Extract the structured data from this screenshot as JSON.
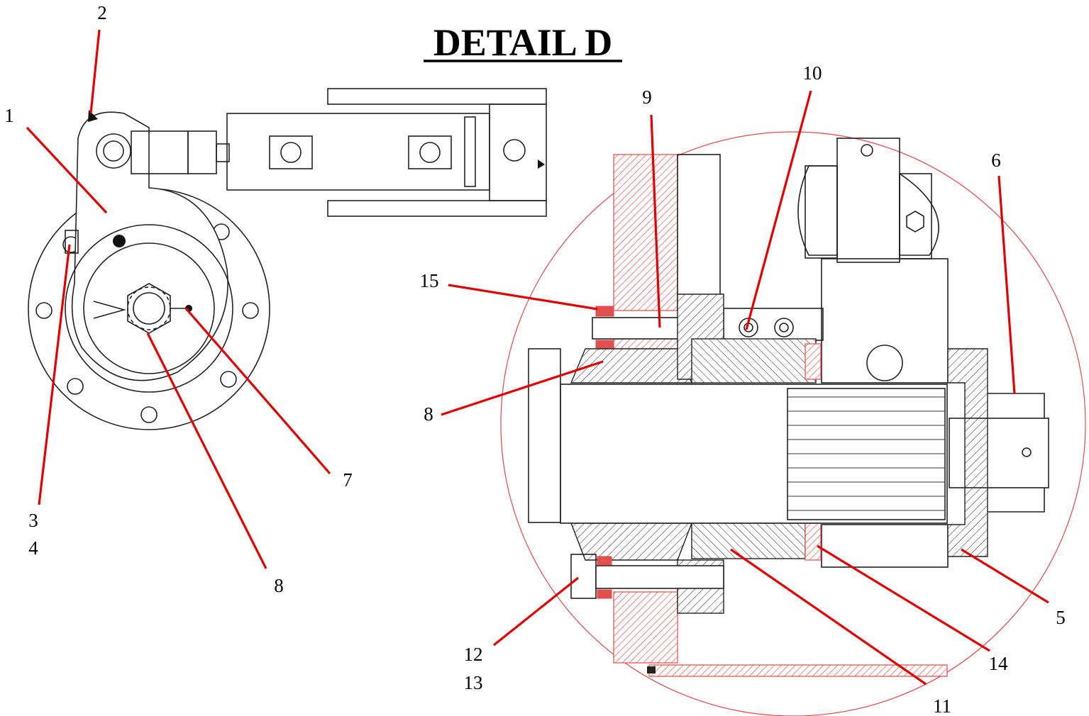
{
  "title": "DETAIL D",
  "callouts": [
    {
      "id": "1",
      "text": "1"
    },
    {
      "id": "2",
      "text": "2"
    },
    {
      "id": "3",
      "text": "3"
    },
    {
      "id": "4",
      "text": "4"
    },
    {
      "id": "7",
      "text": "7"
    },
    {
      "id": "8a",
      "text": "8"
    },
    {
      "id": "15",
      "text": "15"
    },
    {
      "id": "9",
      "text": "9"
    },
    {
      "id": "10",
      "text": "10"
    },
    {
      "id": "6",
      "text": "6"
    },
    {
      "id": "8b",
      "text": "8"
    },
    {
      "id": "12",
      "text": "12"
    },
    {
      "id": "13",
      "text": "13"
    },
    {
      "id": "11",
      "text": "11"
    },
    {
      "id": "14",
      "text": "14"
    },
    {
      "id": "5",
      "text": "5"
    }
  ],
  "colors": {
    "leader": "#e00000",
    "highlight_hatch": "#e24a4a",
    "line": "#222222"
  }
}
